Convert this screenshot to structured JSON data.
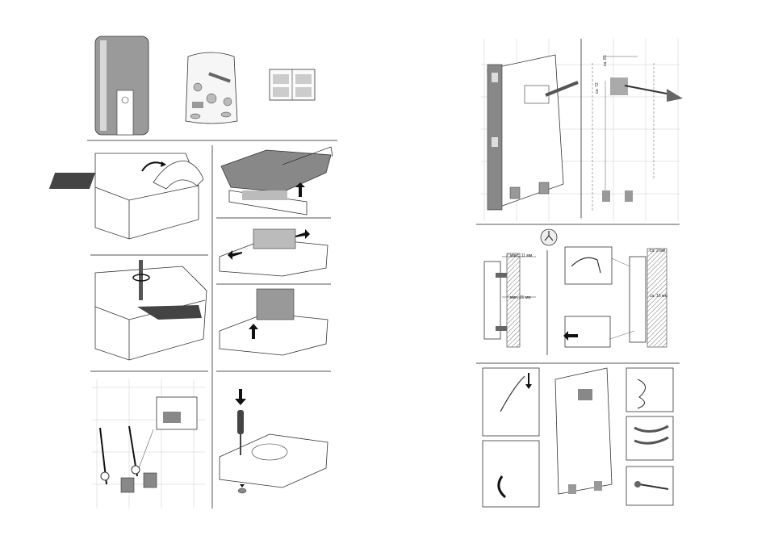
{
  "page": {
    "left": {
      "title": "Installation instructions - left page"
    },
    "right": {
      "title": "Installation instructions - right page"
    }
  },
  "dims": {
    "d1": "ca. 85",
    "d2": "ca. 72",
    "max11": "макс. 11 мм",
    "min31": "мин. 31 мм",
    "ca2": "ca. 2 мм",
    "ca16": "ca. 16 мм"
  }
}
